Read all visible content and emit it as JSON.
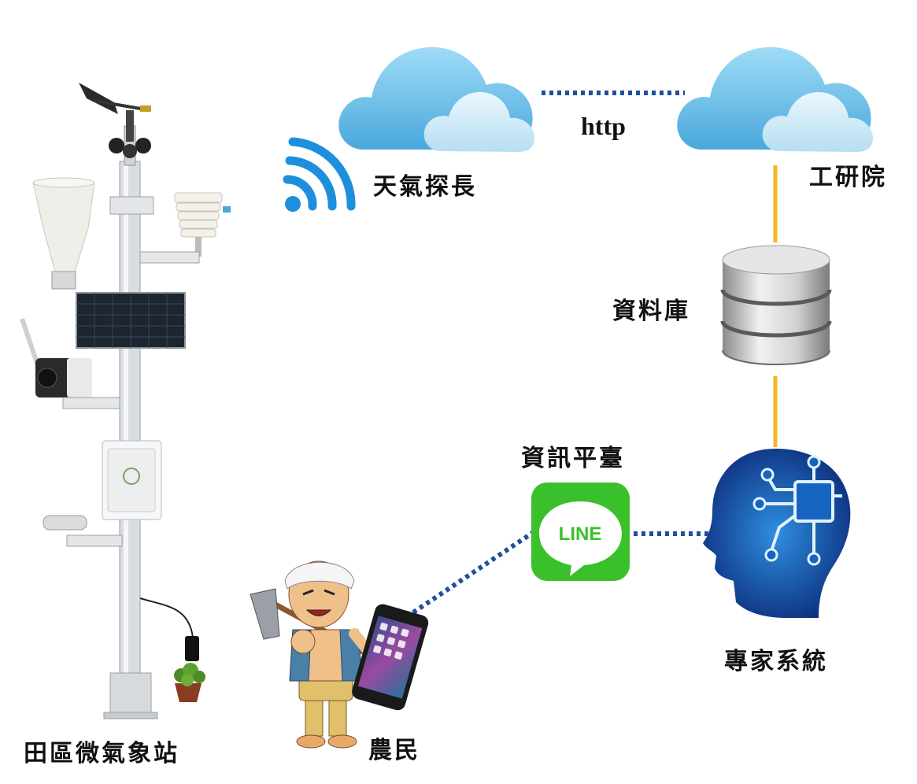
{
  "labels": {
    "cloud_left": "天氣探長",
    "cloud_right": "工研院",
    "link": "http",
    "database": "資料庫",
    "platform": "資訊平臺",
    "expert": "專家系統",
    "farmer": "農民",
    "station": "田區微氣象站"
  },
  "line_app": {
    "text": "LINE"
  },
  "colors": {
    "cloud": "#6ec3ec",
    "dotted_link": "#1f4fa0",
    "db_link": "#f5b820",
    "line_green": "#3ac02b",
    "wifi": "#1d8fdc",
    "brain": "#1565c0"
  }
}
